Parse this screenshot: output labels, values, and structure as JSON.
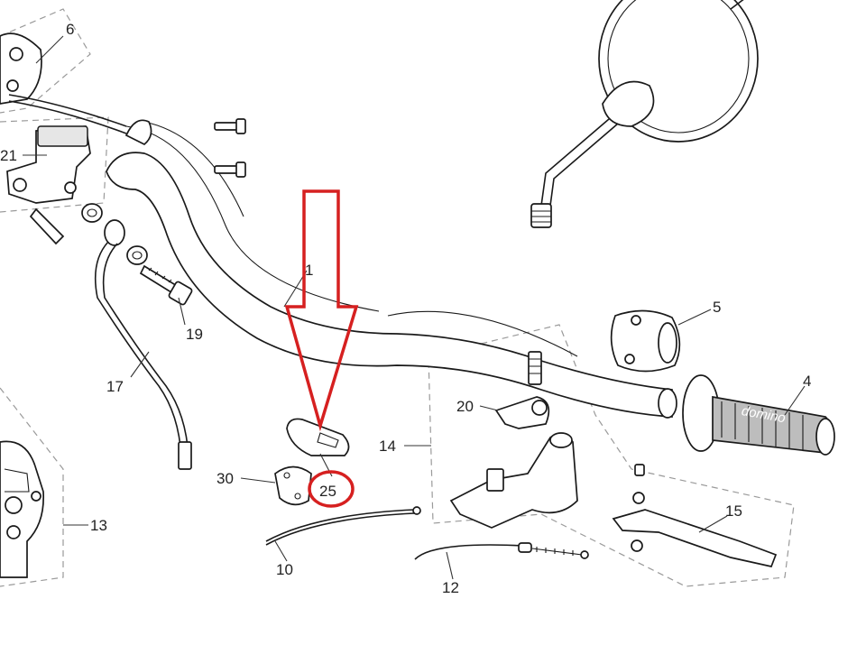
{
  "diagram": {
    "labels": [
      {
        "id": "6",
        "text": "6"
      },
      {
        "id": "21",
        "text": "21"
      },
      {
        "id": "1",
        "text": "1"
      },
      {
        "id": "19",
        "text": "19"
      },
      {
        "id": "17",
        "text": "17"
      },
      {
        "id": "5",
        "text": "5"
      },
      {
        "id": "4",
        "text": "4"
      },
      {
        "id": "20",
        "text": "20"
      },
      {
        "id": "14",
        "text": "14"
      },
      {
        "id": "30",
        "text": "30"
      },
      {
        "id": "25",
        "text": "25"
      },
      {
        "id": "13",
        "text": "13"
      },
      {
        "id": "10",
        "text": "10"
      },
      {
        "id": "12",
        "text": "12"
      },
      {
        "id": "15",
        "text": "15"
      }
    ],
    "grip_text": "domino",
    "highlight": {
      "part": "25",
      "arrow_color": "#d62020",
      "circle_color": "#d62020"
    },
    "colors": {
      "line": "#1a1a1a",
      "dashed_group": "#9a9a9a",
      "grip": "#bdbdbd"
    }
  }
}
